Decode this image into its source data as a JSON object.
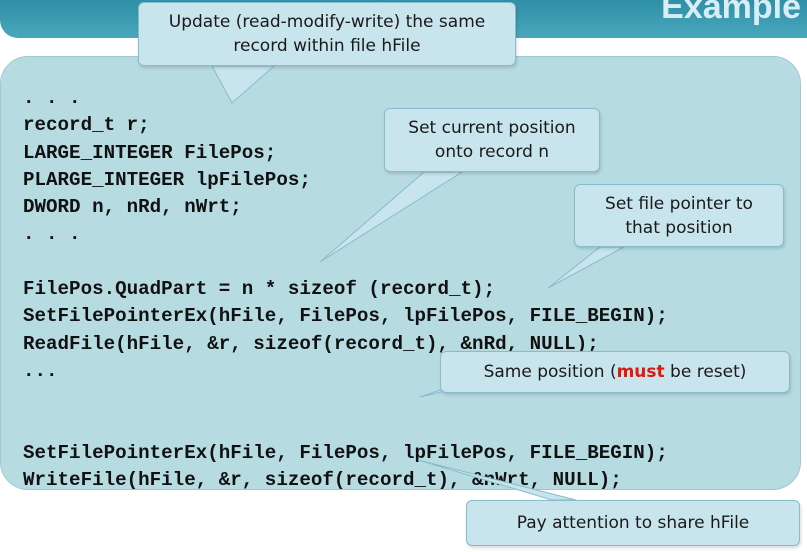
{
  "slide": {
    "title": "Example"
  },
  "code_lines": [
    ". . .",
    "record_t r;",
    "LARGE_INTEGER FilePos;",
    "PLARGE_INTEGER lpFilePos;",
    "DWORD n, nRd, nWrt;",
    ". . .",
    "",
    "FilePos.QuadPart = n * sizeof (record_t);",
    "SetFilePointerEx(hFile, FilePos, lpFilePos, FILE_BEGIN);",
    "ReadFile(hFile, &r, sizeof(record_t), &nRd, NULL);",
    "...",
    "",
    "",
    "SetFilePointerEx(hFile, FilePos, lpFilePos, FILE_BEGIN);",
    "WriteFile(hFile, &r, sizeof(record_t), &nWrt, NULL);"
  ],
  "callouts": {
    "update": {
      "line1": "Update (read-modify-write) the same",
      "line2": "record within file hFile"
    },
    "set_position": {
      "line1": "Set current position",
      "line2": "onto record n"
    },
    "set_pointer": {
      "line1": "Set file pointer to",
      "line2": "that position"
    },
    "same_position": {
      "before": "Same position (",
      "emphasis": "must",
      "after": " be reset)"
    },
    "share": {
      "text": "Pay attention to share hFile"
    }
  },
  "colors": {
    "panel": "#b6dce2",
    "callout_fill": "#c8e4ec",
    "callout_border": "#87bccb",
    "title_bar": "#2f8fa6",
    "emphasis": "#e3170a"
  }
}
